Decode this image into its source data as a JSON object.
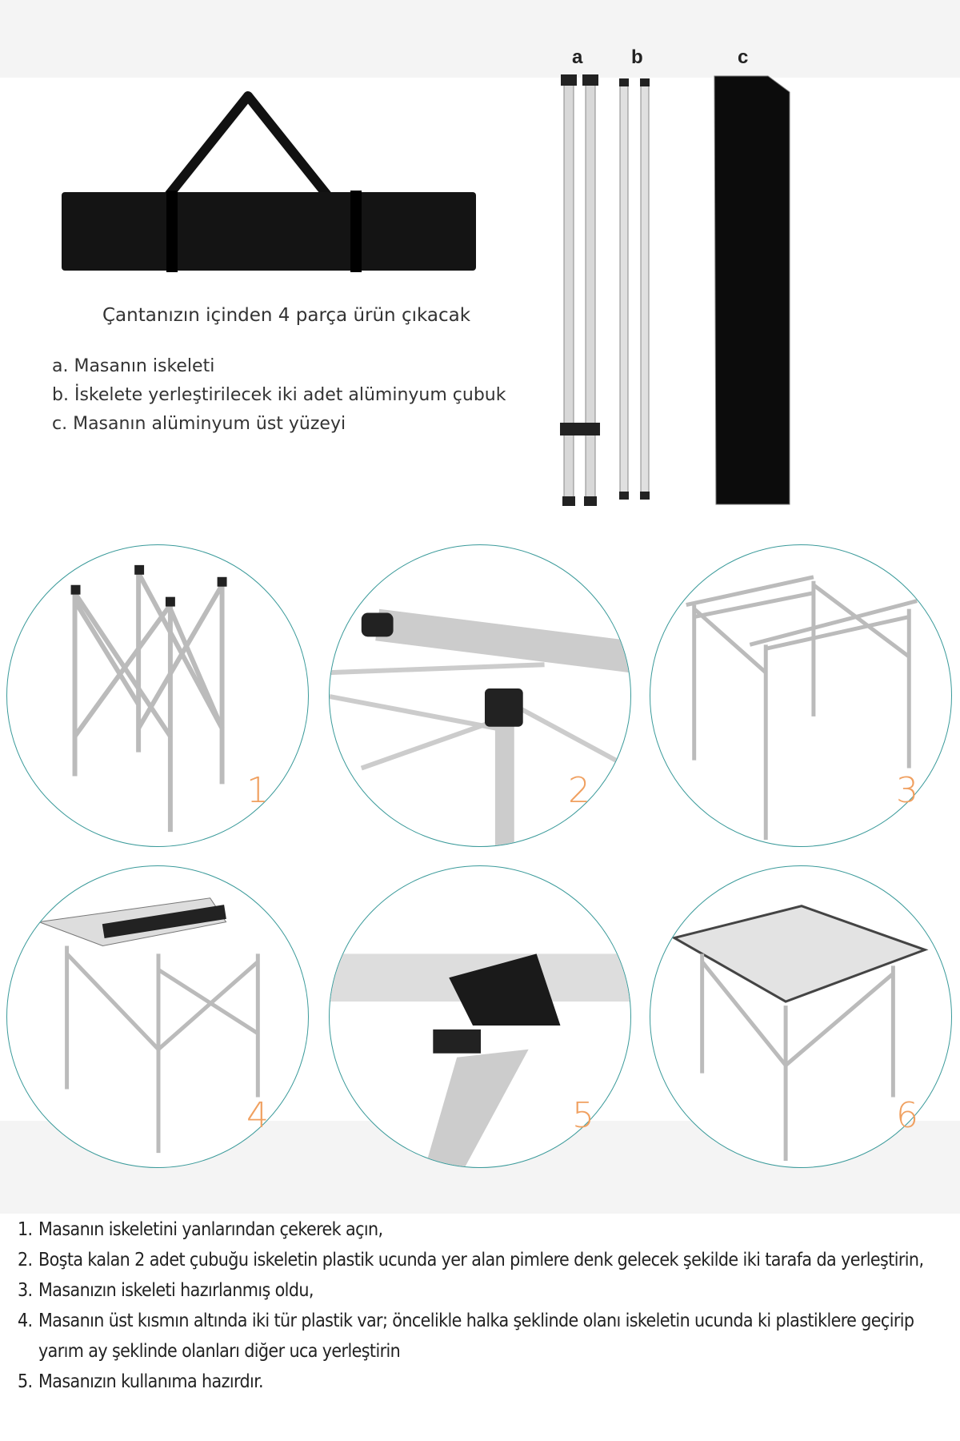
{
  "part_labels": {
    "a": "a",
    "b": "b",
    "c": "c"
  },
  "caption": "Çantanızın içinden 4 parça ürün çıkacak",
  "parts": [
    "a. Masanın iskeleti",
    "b. İskelete yerleştirilecek iki adet alüminyum çubuk",
    "c. Masanın alüminyum üst yüzeyi"
  ],
  "step_numbers": [
    "1",
    "2",
    "3",
    "4",
    "5",
    "6"
  ],
  "instructions": [
    {
      "n": "1.",
      "text": "Masanın iskeletini yanlarından  çekerek açın,"
    },
    {
      "n": "2.",
      "text": "Boşta kalan 2 adet çubuğu iskeletin plastik ucunda yer alan pimlere denk gelecek şekilde iki tarafa da yerleştirin,"
    },
    {
      "n": "3.",
      "text": "Masanızın iskeleti hazırlanmış oldu,"
    },
    {
      "n": "4.",
      "text": "Masanın üst kısmın altında iki tür plastik var; öncelikle halka şeklinde olanı iskeletin ucunda ki plastiklere geçirip yarım ay şeklinde olanları diğer uca yerleştirin"
    },
    {
      "n": "5.",
      "text": "Masanızın kullanıma hazırdır."
    }
  ],
  "colors": {
    "accent_number": "#f0a060",
    "circle_border": "#3a9a9a"
  }
}
